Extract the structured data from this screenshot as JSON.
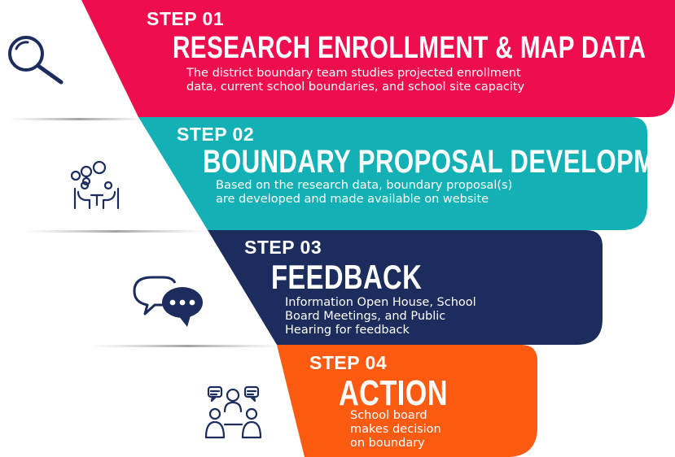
{
  "colors": {
    "step1": "#ee0e4e",
    "step2": "#13b1b5",
    "step3": "#1c2c5c",
    "step4": "#fd5a12",
    "icon": "#1c2c5c",
    "shadow": "#9a9a9a"
  },
  "steps": [
    {
      "step": "STEP 01",
      "title": "RESEARCH ENROLLMENT & MAP DATA",
      "desc_lines": [
        "The district boundary team studies projected enrollment",
        "data, current school boundaries, and school site capacity"
      ],
      "icon": "magnifying-glass-icon"
    },
    {
      "step": "STEP 02",
      "title": "BOUNDARY PROPOSAL DEVELOPMENT",
      "desc_lines": [
        "Based on the research data, boundary proposal(s)",
        "are developed and made available on website"
      ],
      "icon": "meeting-icon"
    },
    {
      "step": "STEP 03",
      "title": "FEEDBACK",
      "desc_lines": [
        "Information Open House, School",
        "Board Meetings, and Public",
        "Hearing for feedback"
      ],
      "icon": "chat-bubbles-icon"
    },
    {
      "step": "STEP 04",
      "title": "ACTION",
      "desc_lines": [
        "School board",
        "makes decision",
        "on boundary"
      ],
      "icon": "group-discussion-icon"
    }
  ]
}
